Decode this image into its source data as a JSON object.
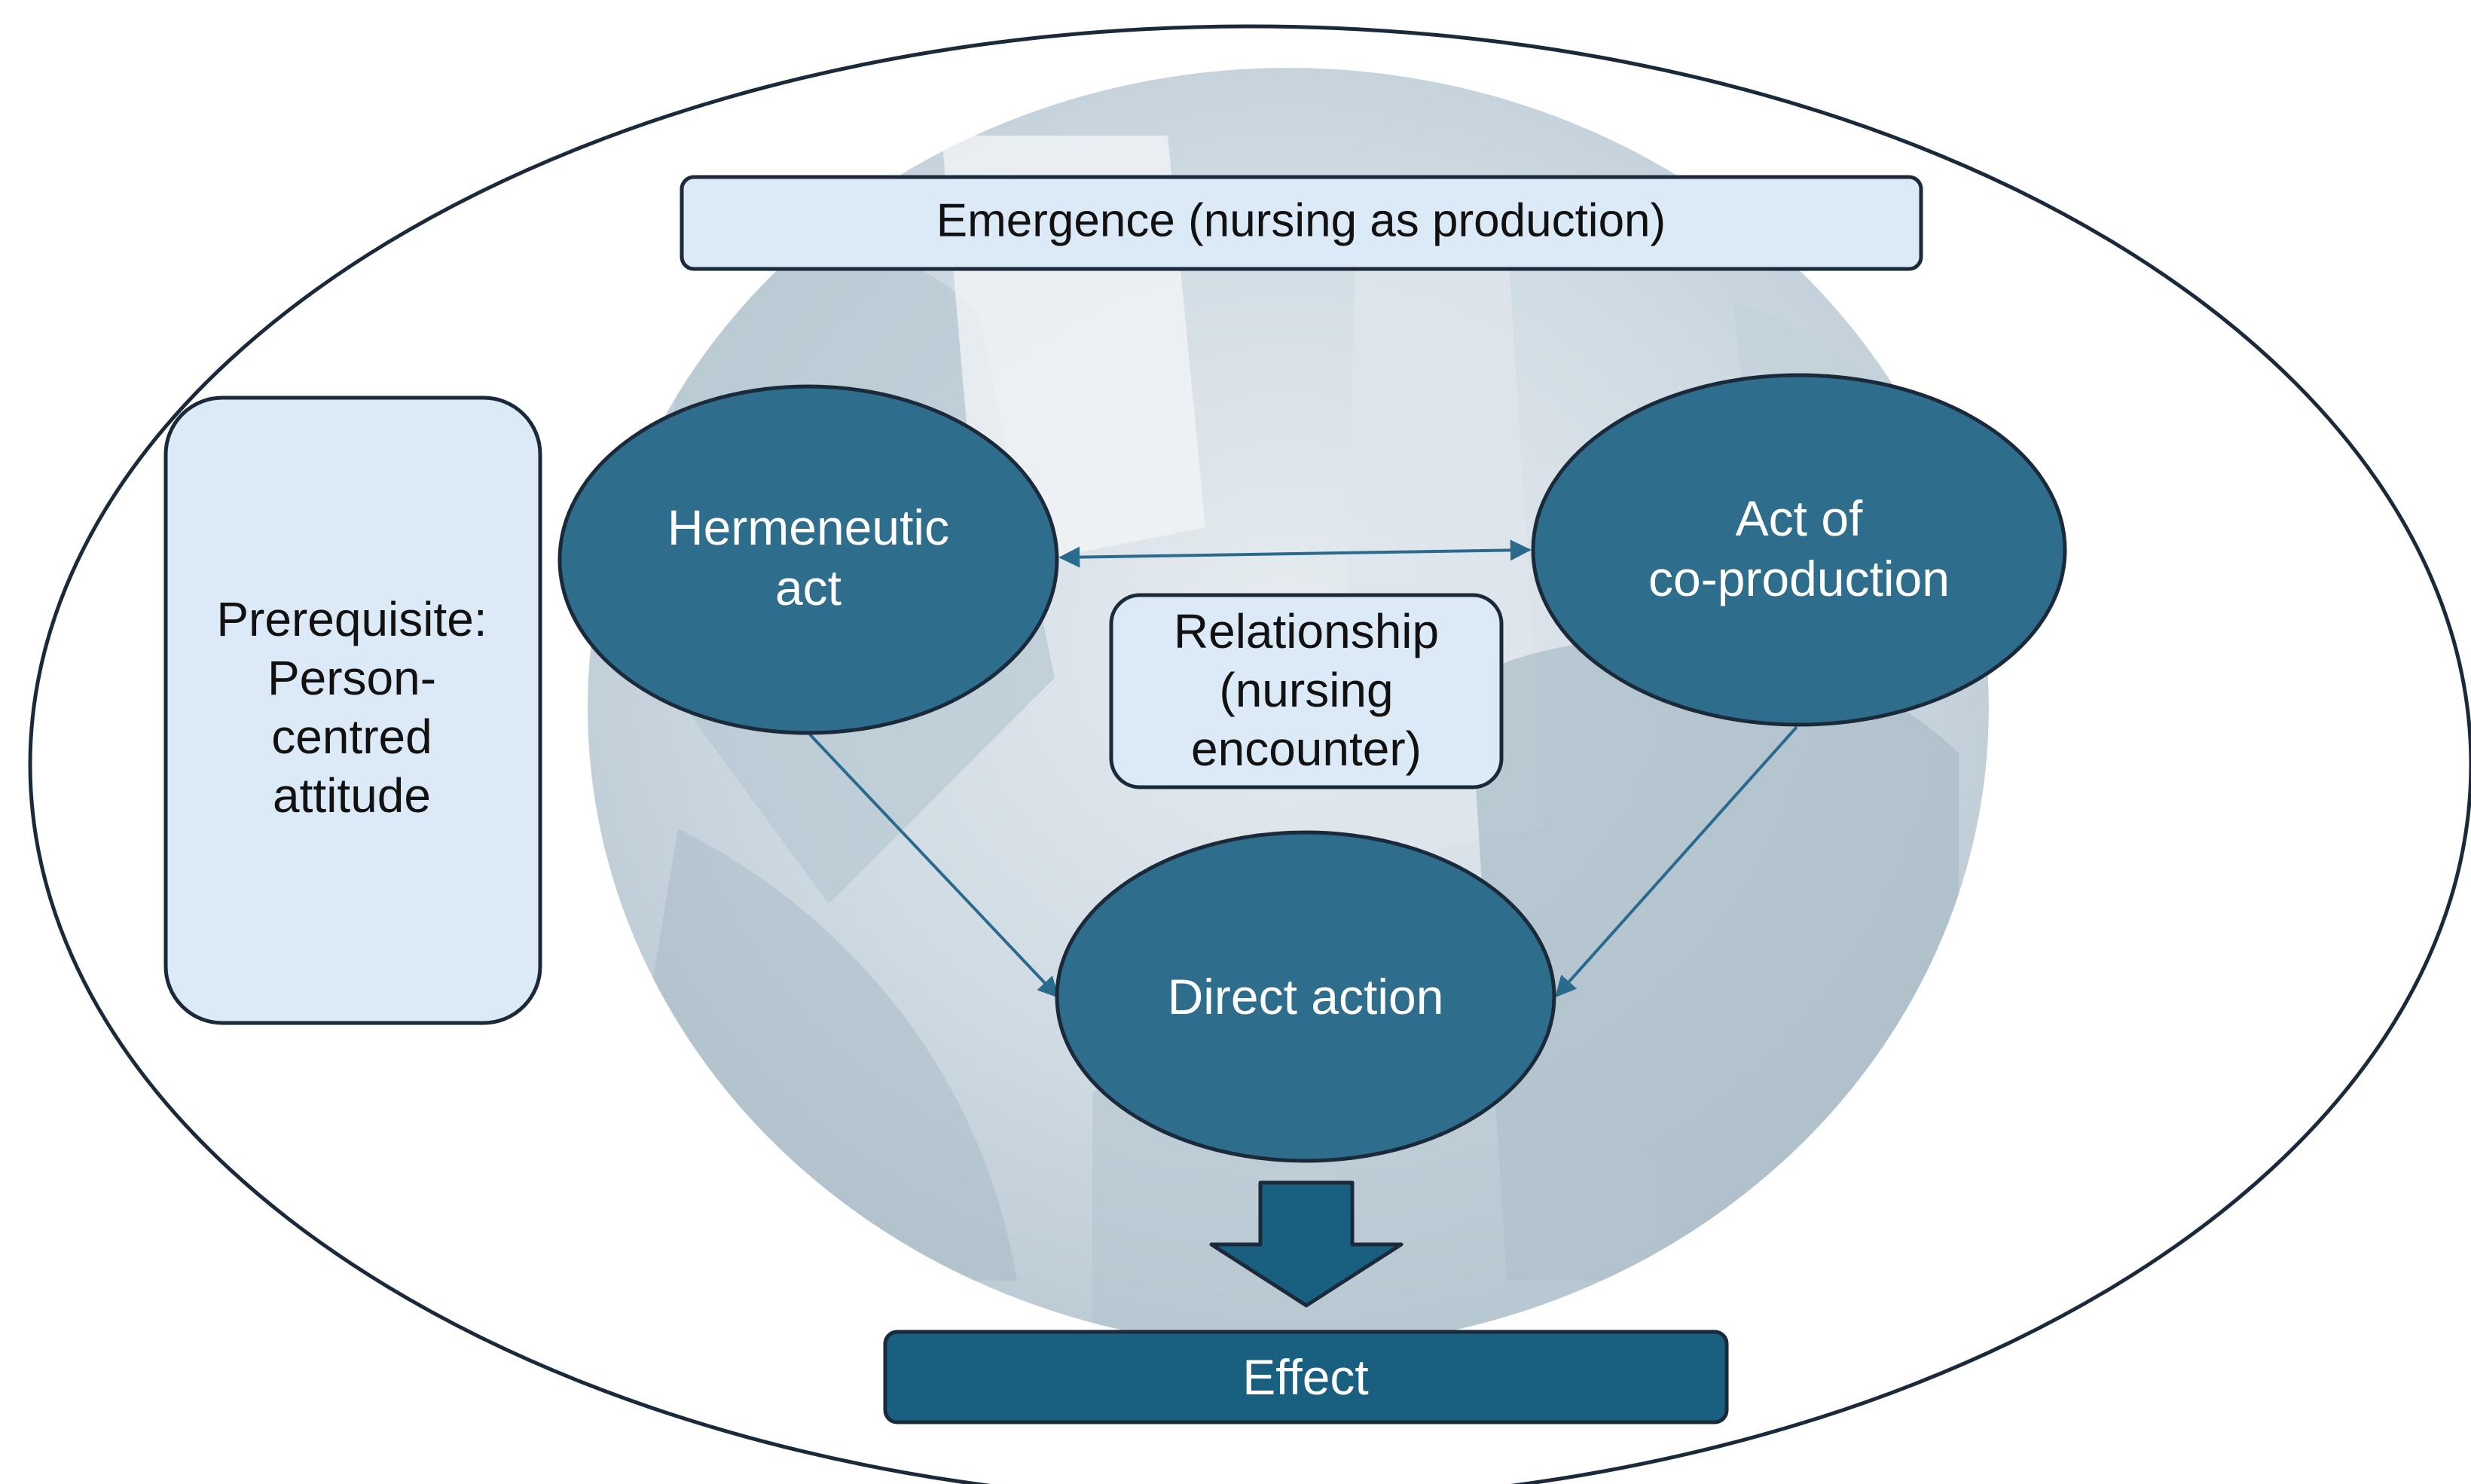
{
  "emergence": {
    "label": "Emergence (nursing as production)"
  },
  "prerequisite": {
    "lines": [
      "Prerequisite:",
      "Person-",
      "centred",
      "attitude"
    ]
  },
  "hermeneutic": {
    "lines": [
      "Hermeneutic",
      "act"
    ]
  },
  "coproduction": {
    "lines": [
      "Act of",
      "co-production"
    ]
  },
  "relationship": {
    "lines": [
      "Relationship",
      "(nursing",
      "encounter)"
    ]
  },
  "direct_action": {
    "label": "Direct action"
  },
  "effect": {
    "label": "Effect"
  },
  "colors": {
    "node_fill": "#2f6d8c",
    "box_fill": "#dce9f6",
    "effect_fill": "#185f80",
    "outline": "#1b2a3a",
    "arrow": "#2a6a8c",
    "background_circle": "#c9d6df"
  },
  "icons": {
    "photo": "nurse-patient-photo"
  }
}
